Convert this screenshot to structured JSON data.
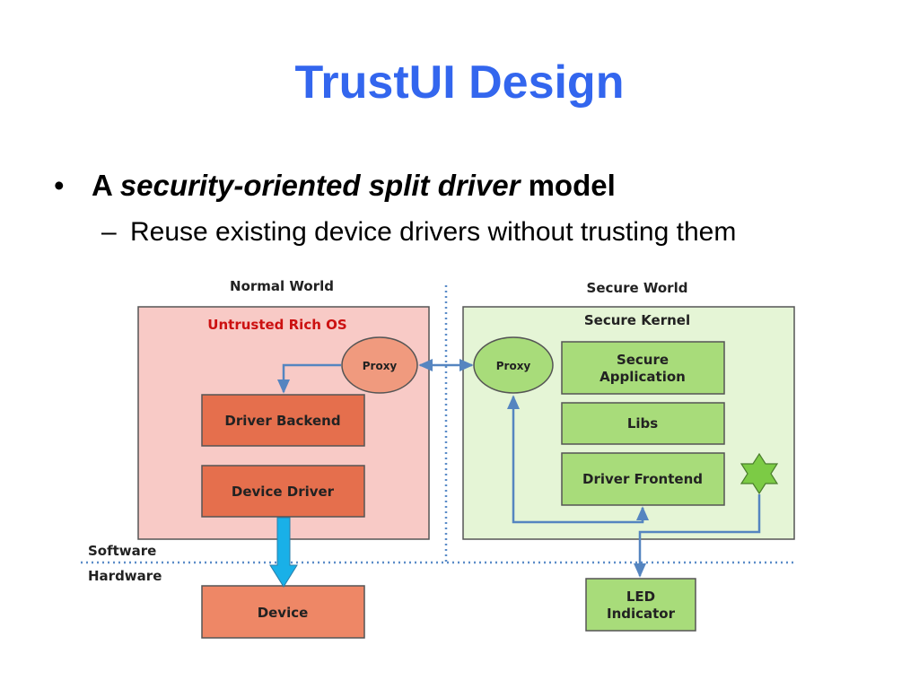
{
  "slide": {
    "title": "TrustUI Design",
    "bullet": {
      "marker": "•",
      "lead": "A ",
      "emphasis": "security-oriented split driver",
      "tail": " model"
    },
    "sub_bullet": {
      "marker": "–",
      "text": "Reuse existing device drivers without trusting them"
    }
  },
  "diagram": {
    "normal_world_label": "Normal World",
    "secure_world_label": "Secure World",
    "rich_os_label": "Untrusted Rich OS",
    "secure_kernel_label": "Secure Kernel",
    "normal_proxy_label": "Proxy",
    "secure_proxy_label": "Proxy",
    "driver_backend_label": "Driver Backend",
    "device_driver_label": "Device Driver",
    "device_label": "Device",
    "secure_app_label": [
      "Secure",
      "Application"
    ],
    "libs_label": "Libs",
    "driver_frontend_label": "Driver Frontend",
    "led_label": [
      "LED",
      "Indicator"
    ],
    "software_label": "Software",
    "hardware_label": "Hardware",
    "star_icon": "star-icon"
  },
  "colors": {
    "title": "#3366ee",
    "normal_bg": "#f8cac6",
    "normal_box": "#e56f4d",
    "normal_proxy": "#f09a7e",
    "device_box": "#ee8766",
    "secure_bg": "#e5f5d6",
    "secure_box": "#a8dc7a",
    "rich_os_text": "#cc1111",
    "arrow": "#5585c0",
    "data_arrow": "#19b0e8",
    "divider": "#5b8cc8"
  }
}
